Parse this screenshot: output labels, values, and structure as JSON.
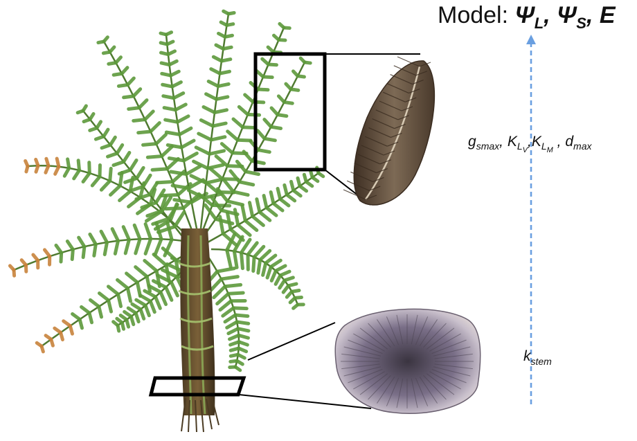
{
  "model": {
    "prefix": "Model:",
    "psi_symbol": "Ψ",
    "psi_leaf_sub": "L",
    "psi_stem_sub": "S",
    "separator": ",",
    "transpiration": "E"
  },
  "parameters": {
    "g_symbol": "g",
    "g_sub": "smax",
    "k_symbol": "K",
    "k_sub_letter": "L",
    "k_v_subsub": "V",
    "k_m_subsub": "M",
    "d_symbol": "d",
    "d_sub": "max",
    "separator": ","
  },
  "stem_param": {
    "symbol": "k",
    "sub": "stem"
  },
  "colors": {
    "arrow": "#6a9fe0",
    "frame": "#000000",
    "frond_green": "#5e9a3c",
    "frond_tip": "#c8833c",
    "trunk": "#6b5230",
    "fossil_leaf": "#6e5a46",
    "fossil_stem": "#8a7e98"
  }
}
